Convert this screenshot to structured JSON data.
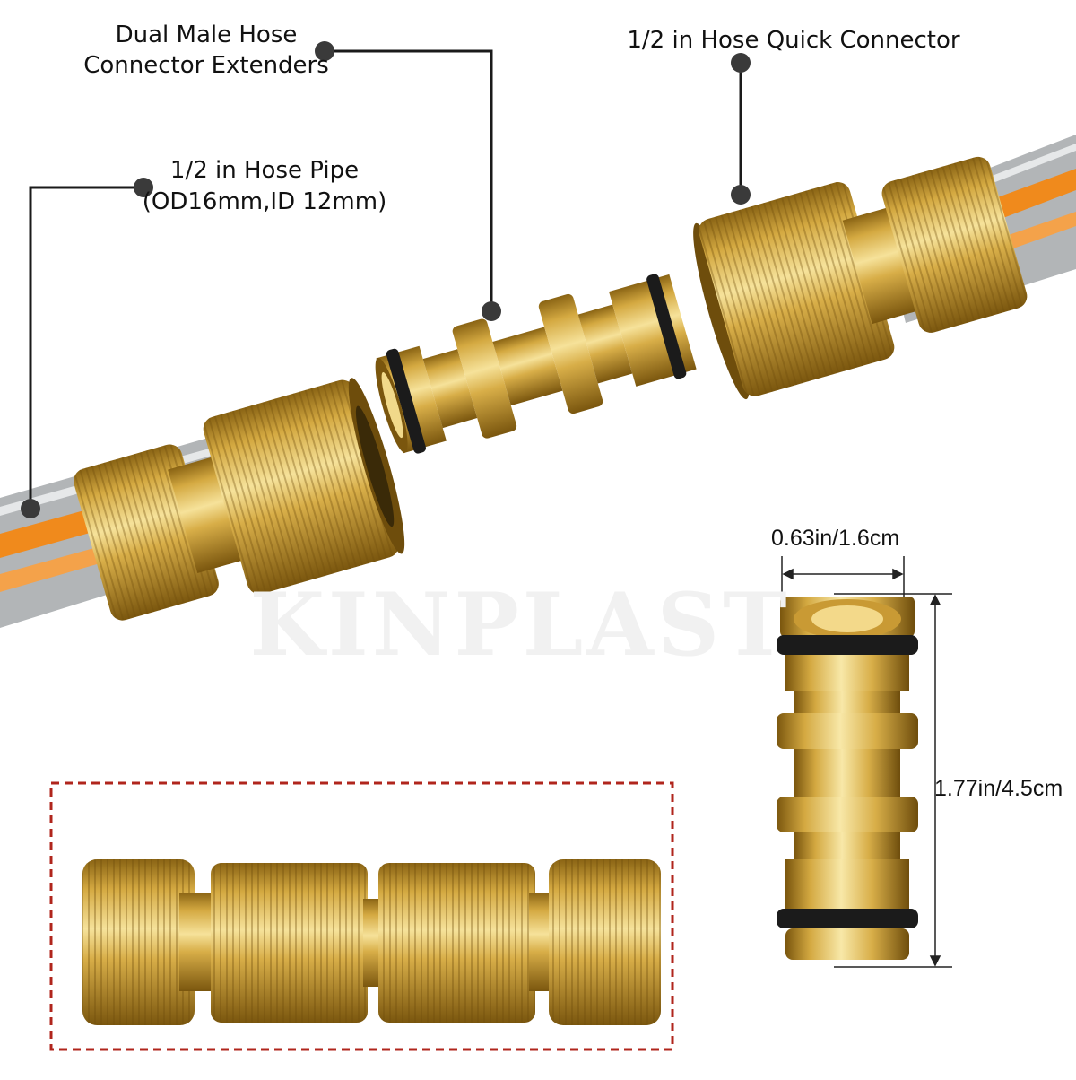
{
  "labels": {
    "extender": "Dual Male Hose\nConnector Extenders",
    "extender_line1": "Dual Male Hose",
    "extender_line2": "Connector Extenders",
    "quick_connector": "1/2 in Hose Quick Connector",
    "pipe_line1": "1/2 in Hose Pipe",
    "pipe_line2": "(OD16mm,ID 12mm)"
  },
  "dimensions": {
    "width": "0.63in/1.6cm",
    "height": "1.77in/4.5cm"
  },
  "watermark": "KINPLAST",
  "colors": {
    "brass_light": "#f3d98a",
    "brass_mid": "#d4a941",
    "brass_dark": "#8a6414",
    "oring": "#1b1b1b",
    "pipe_grey": "#a9acae",
    "pipe_orange": "#f08a1c",
    "callout": "#1a1a1a",
    "dashed_box": "#b0251c"
  },
  "icons": [
    "hose-pipe",
    "quick-connector",
    "male-extender",
    "dimension-arrow"
  ]
}
